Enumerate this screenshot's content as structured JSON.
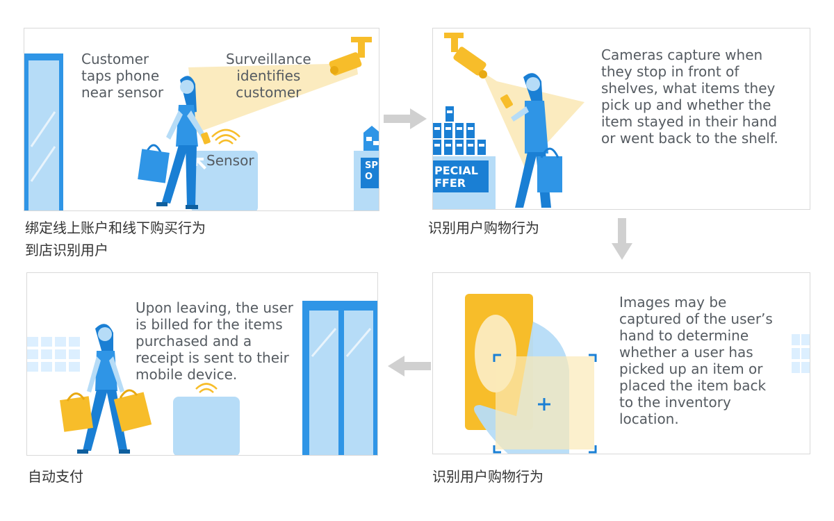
{
  "colors": {
    "blue_dark": "#1a7fd4",
    "blue_mid": "#2f95e6",
    "blue_light": "#b6dcf7",
    "blue_pale": "#dcefff",
    "yellow": "#f7bd2a",
    "yellow_light": "#fbe9b8",
    "text_gray": "#555b61",
    "arrow_gray": "#d0d0d0"
  },
  "panels": {
    "p1": {
      "text_customer": "Customer\ntaps phone\nnear sensor",
      "text_surveillance": "Surveillance\nidentifies\ncustomer",
      "text_sensor": "Sensor",
      "sign_text": "SP\nO"
    },
    "p2": {
      "text_cameras": "Cameras capture when\nthey stop in front of\nshelves, what items they\npick up and whether the\nitem stayed in their hand\nor went back to the shelf.",
      "sign_text": "PECIAL\nFFER"
    },
    "p3": {
      "text_leaving": "Upon leaving, the user\nis billed for the items\npurchased and a\nreceipt is sent to their\nmobile device."
    },
    "p4": {
      "text_images": "Images may be\ncaptured of the user’s\nhand to determine\nwhether a user has\npicked up an item or\nplaced the item back\nto the inventory\nlocation."
    }
  },
  "captions": {
    "c1": "绑定线上账户和线下购买行为\n到店识别用户",
    "c2": "识别用户购物行为",
    "c3": "自动支付",
    "c4": "识别用户购物行为"
  },
  "icons": {
    "arrow_right": "arrow-right-icon",
    "arrow_down": "arrow-down-icon",
    "arrow_left": "arrow-left-icon",
    "camera": "security-camera-icon",
    "wifi": "wireless-signal-icon",
    "plus": "crosshair-plus-icon"
  }
}
